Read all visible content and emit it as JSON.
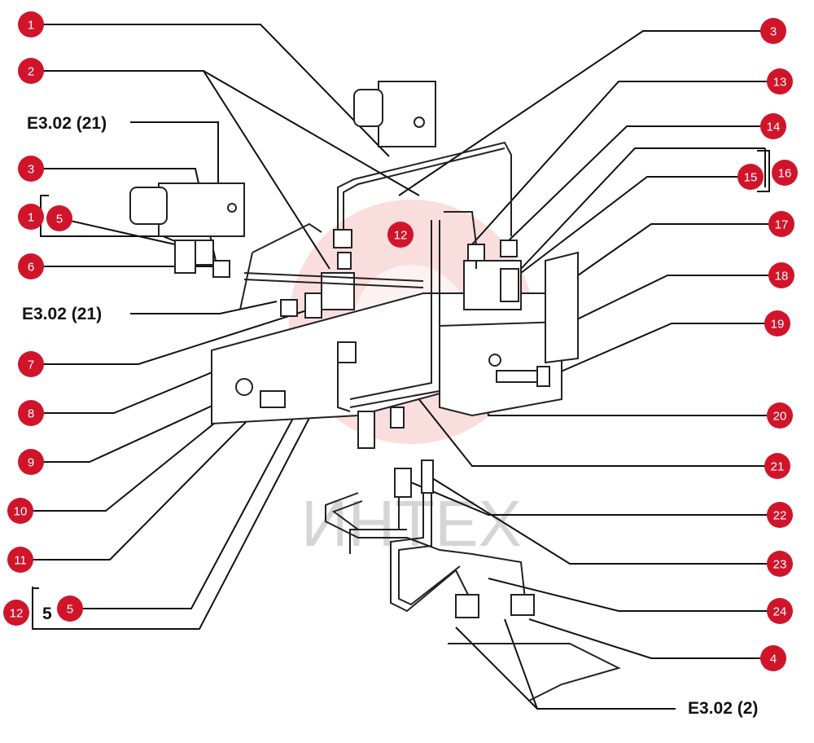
{
  "callouts": [
    {
      "id": "c1a",
      "label": "1"
    },
    {
      "id": "c2",
      "label": "2"
    },
    {
      "id": "c3a",
      "label": "3"
    },
    {
      "id": "c1b",
      "label": "1"
    },
    {
      "id": "c5a",
      "label": "5"
    },
    {
      "id": "c6",
      "label": "6"
    },
    {
      "id": "c7",
      "label": "7"
    },
    {
      "id": "c8",
      "label": "8"
    },
    {
      "id": "c9",
      "label": "9"
    },
    {
      "id": "c10",
      "label": "10"
    },
    {
      "id": "c11",
      "label": "11"
    },
    {
      "id": "c12a",
      "label": "12"
    },
    {
      "id": "c5b",
      "label": "5"
    },
    {
      "id": "c12b",
      "label": "12"
    },
    {
      "id": "c3b",
      "label": "3"
    },
    {
      "id": "c13",
      "label": "13"
    },
    {
      "id": "c14",
      "label": "14"
    },
    {
      "id": "c15",
      "label": "15"
    },
    {
      "id": "c16",
      "label": "16"
    },
    {
      "id": "c17",
      "label": "17"
    },
    {
      "id": "c18",
      "label": "18"
    },
    {
      "id": "c19",
      "label": "19"
    },
    {
      "id": "c20",
      "label": "20"
    },
    {
      "id": "c21",
      "label": "21"
    },
    {
      "id": "c22",
      "label": "22"
    },
    {
      "id": "c23",
      "label": "23"
    },
    {
      "id": "c24",
      "label": "24"
    },
    {
      "id": "c4",
      "label": "4"
    }
  ],
  "references": {
    "top_left": "E3.02 (21)",
    "mid_left": "E3.02 (21)",
    "bottom_right": "E3.02 (2)",
    "bracket_digit": "5"
  },
  "watermark": {
    "text": "ИНТЕХ"
  },
  "colors": {
    "callout_fill": "#d0152b",
    "callout_text": "#ffffff",
    "line": "#111111",
    "watermark": "#e02a2a"
  }
}
